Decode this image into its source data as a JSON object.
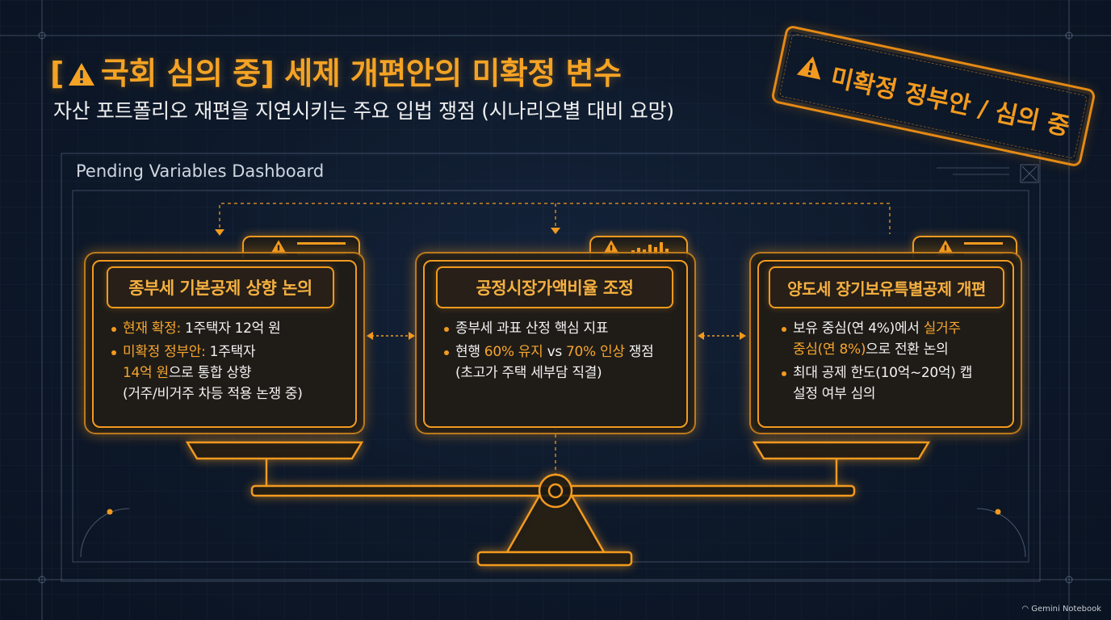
{
  "header": {
    "title": "[⚠ 국회 심의 중] 세제 개편안의 미확정 변수",
    "title_prefix": "[",
    "title_text": "국회 심의 중] 세제 개편안의 미확정 변수",
    "subtitle": "자산 포트폴리오 재편을 지연시키는 주요 입법 쟁점 (시나리오별 대비 요망)"
  },
  "stamp": {
    "text": "미확정 정부안 / 심의 중",
    "icon": "warning-icon"
  },
  "dashboard": {
    "label": "Pending Variables Dashboard"
  },
  "cards": [
    {
      "title": "종부세 기본공제 상향 논의",
      "icon": "warning-icon",
      "bullets": [
        {
          "parts": [
            {
              "text": "현재 확정:",
              "hl": true
            },
            {
              "text": " 1주택자 12억 원",
              "hl": false
            }
          ]
        },
        {
          "parts": [
            {
              "text": "미확정 정부안:",
              "hl": true
            },
            {
              "text": " 1주택자",
              "hl": false
            }
          ]
        },
        {
          "parts": [
            {
              "text": "14억 원",
              "hl": true
            },
            {
              "text": "으로 통합 상향",
              "hl": false
            }
          ],
          "indent": true
        },
        {
          "parts": [
            {
              "text": "(거주/비거주 차등 적용 논쟁 중)",
              "hl": false
            }
          ],
          "indent": true
        }
      ]
    },
    {
      "title": "공정시장가액비율 조정",
      "icon": "bar-chart-icon",
      "bullets": [
        {
          "parts": [
            {
              "text": "종부세 과표 산정 핵심 지표",
              "hl": false
            }
          ]
        },
        {
          "parts": [
            {
              "text": "현행 ",
              "hl": false
            },
            {
              "text": "60% 유지",
              "hl": true
            },
            {
              "text": " vs ",
              "hl": false
            },
            {
              "text": "70% 인상",
              "hl": true
            },
            {
              "text": " 쟁점",
              "hl": false
            }
          ]
        },
        {
          "parts": [
            {
              "text": "(초고가 주택 세부담 직결)",
              "hl": false
            }
          ],
          "indent": true
        }
      ]
    },
    {
      "title": "양도세 장기보유특별공제 개편",
      "icon": "warning-icon",
      "bullets": [
        {
          "parts": [
            {
              "text": "보유 중심(연 4%)에서 ",
              "hl": false
            },
            {
              "text": "실거주",
              "hl": true
            }
          ]
        },
        {
          "parts": [
            {
              "text": "중심(연 8%)",
              "hl": true
            },
            {
              "text": "으로 전환 논의",
              "hl": false
            }
          ],
          "indent": true
        },
        {
          "parts": [
            {
              "text": "최대 공제 한도(10억~20억) 캡",
              "hl": false
            }
          ]
        },
        {
          "parts": [
            {
              "text": "설정 여부 심의",
              "hl": false
            }
          ],
          "indent": true
        }
      ]
    }
  ],
  "footer": {
    "brand": "Gemini Notebook"
  },
  "colors": {
    "accent": "#f29a1f",
    "highlight": "#f6a52c",
    "background": "#0d1829"
  }
}
